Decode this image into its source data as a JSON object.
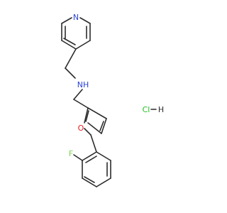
{
  "molecule": {
    "atoms": {
      "pyridine_n": "N",
      "amine_nh": "NH",
      "furan_o": "O",
      "fluorine": "F",
      "salt_cl": "Cl",
      "salt_h": "H"
    },
    "colors": {
      "bond": "#2c2c2c",
      "carbon": "#2c2c2c",
      "nitrogen": "#2b43d7",
      "oxygen": "#e52222",
      "fluorine": "#7bd24d",
      "chlorine": "#1fbf1f",
      "hydrogen": "#2c2c2c"
    }
  }
}
